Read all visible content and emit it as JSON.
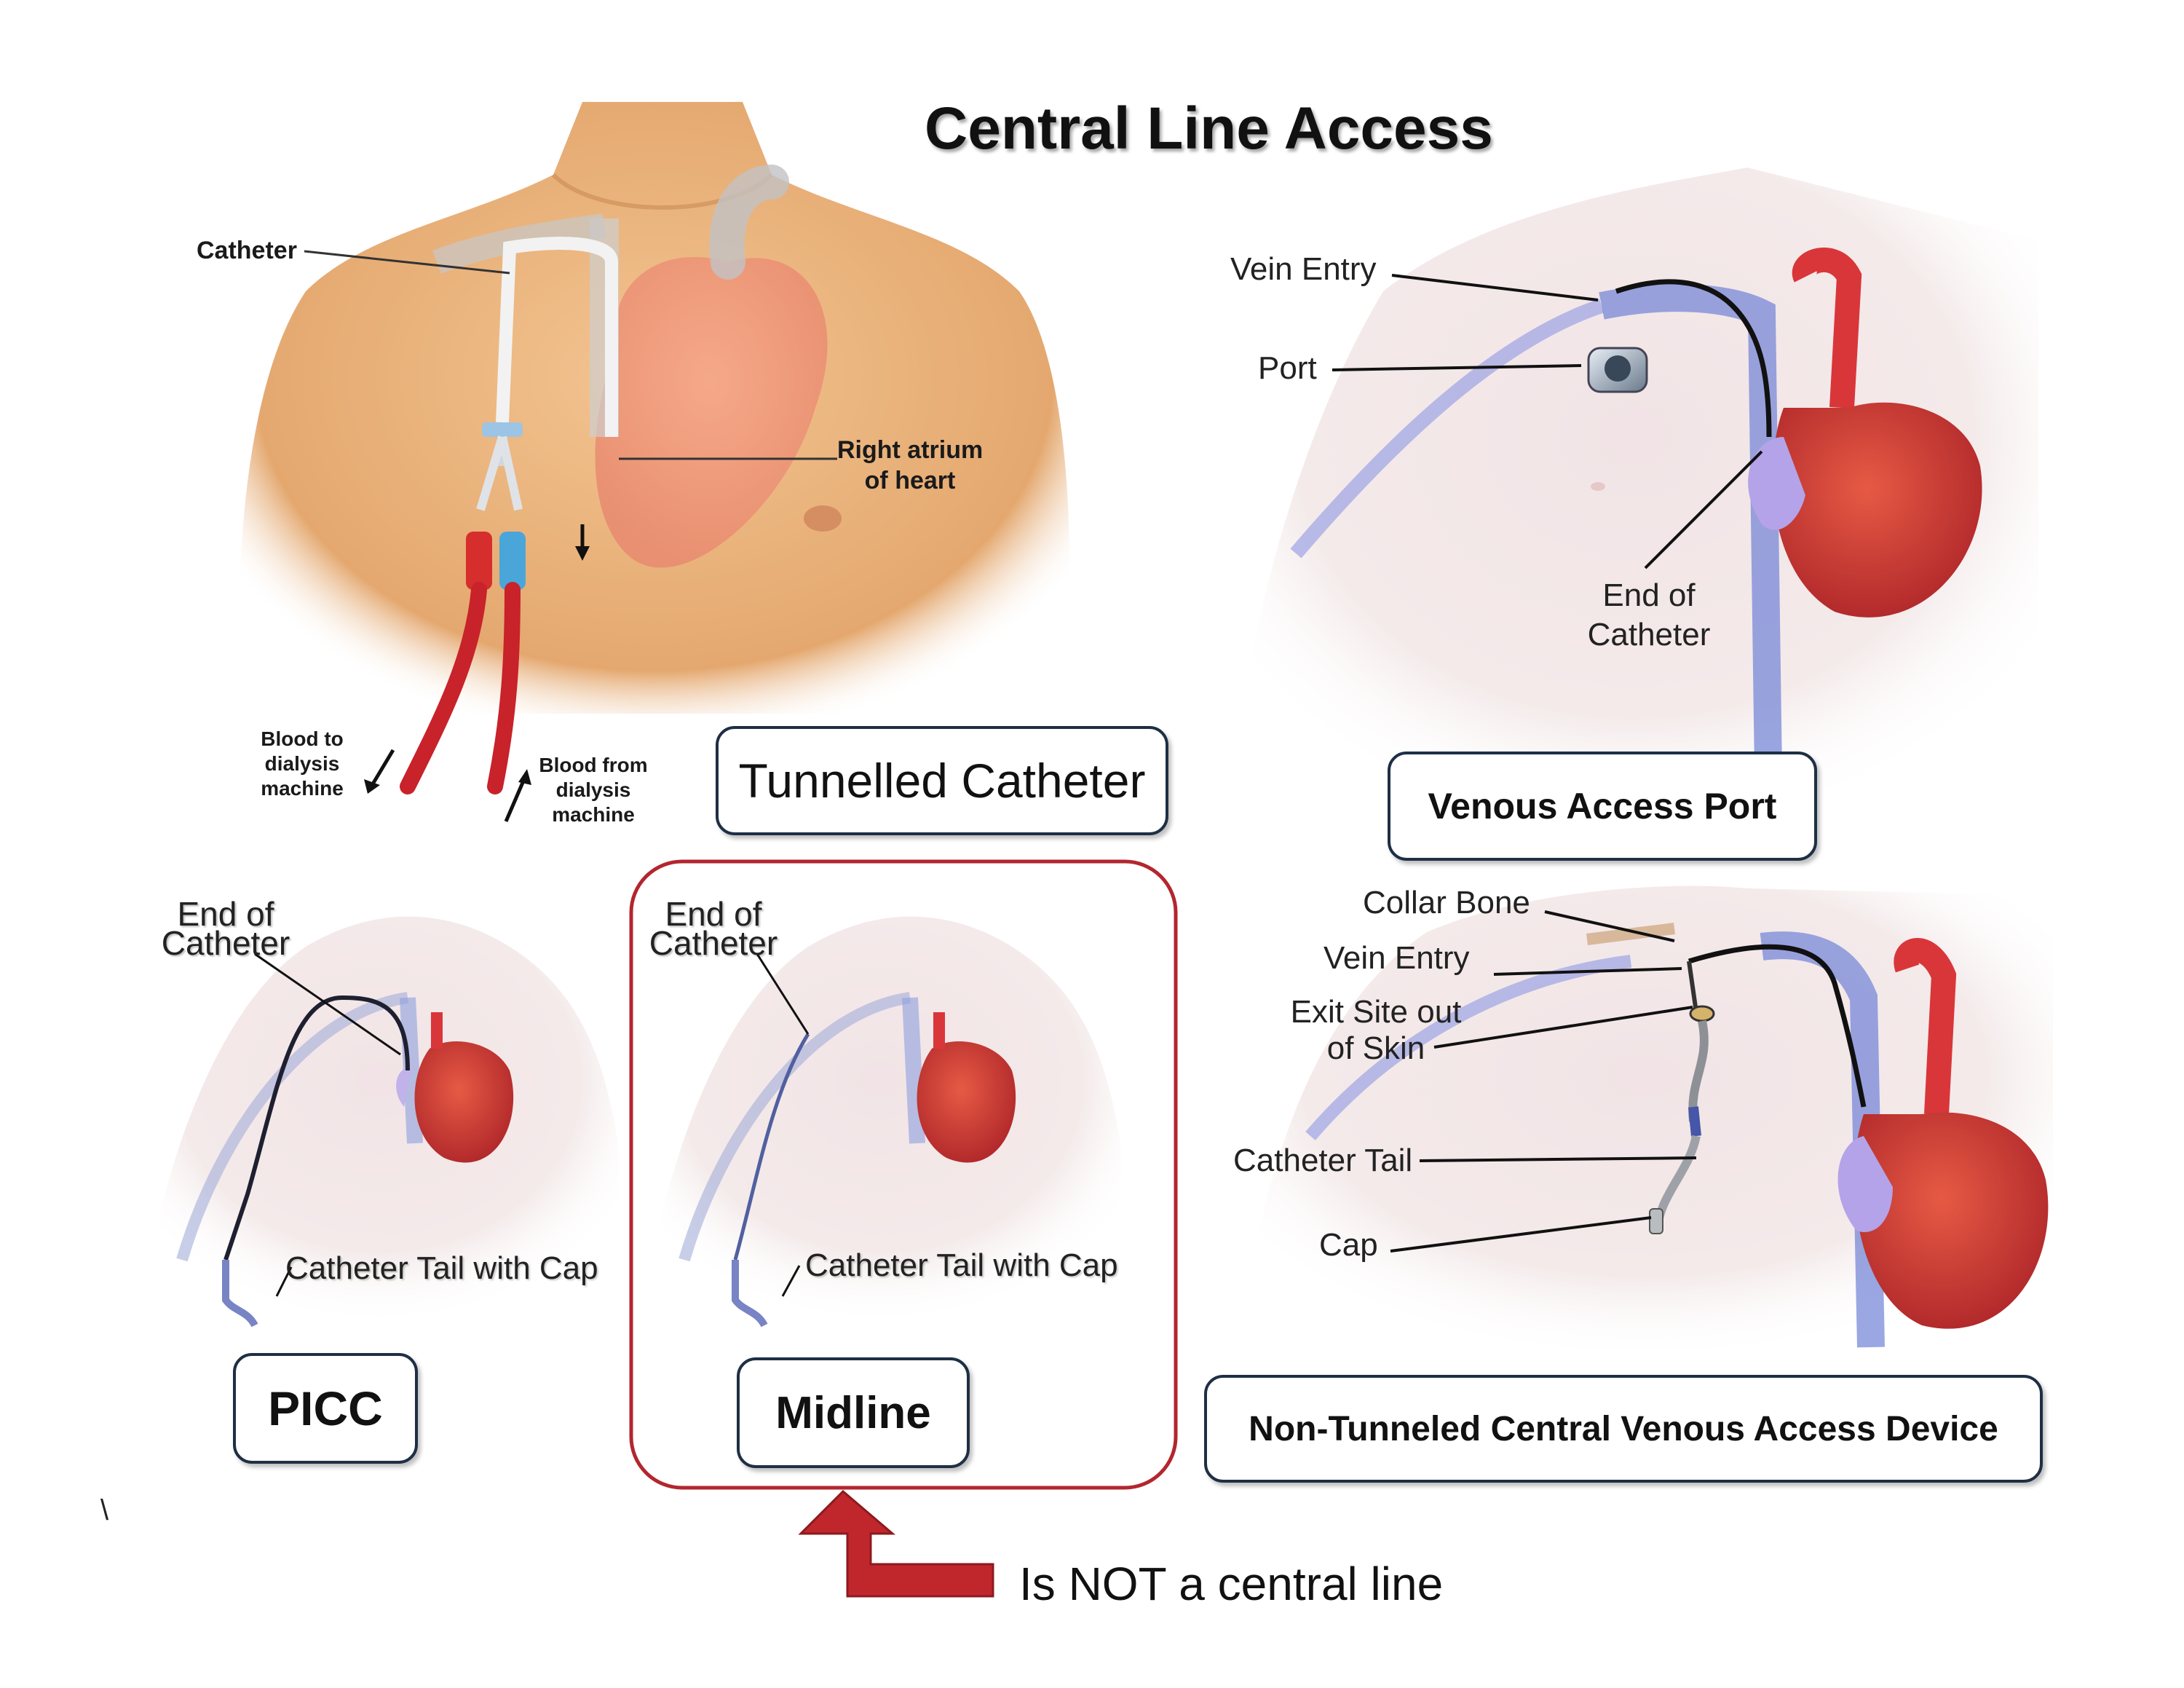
{
  "title": "Central Line Access",
  "panels": {
    "tunnelled": {
      "caption": "Tunnelled Catheter",
      "labels": {
        "catheter": "Catheter",
        "right_atrium_line1": "Right atrium",
        "right_atrium_line2": "of heart",
        "blood_to_line1": "Blood to",
        "blood_to_line2": "dialysis",
        "blood_to_line3": "machine",
        "blood_from_line1": "Blood from",
        "blood_from_line2": "dialysis",
        "blood_from_line3": "machine"
      }
    },
    "port": {
      "caption": "Venous Access Port",
      "labels": {
        "vein_entry": "Vein Entry",
        "port": "Port",
        "end_line1": "End of",
        "end_line2": "Catheter"
      }
    },
    "picc": {
      "caption": "PICC",
      "labels": {
        "end_line1": "End of",
        "end_line2": "Catheter",
        "tail": "Catheter Tail with Cap"
      }
    },
    "midline": {
      "caption": "Midline",
      "labels": {
        "end_line1": "End of",
        "end_line2": "Catheter",
        "tail": "Catheter Tail with Cap"
      }
    },
    "nontunneled": {
      "caption": "Non-Tunneled Central Venous Access Device",
      "labels": {
        "collar_bone": "Collar Bone",
        "vein_entry": "Vein Entry",
        "exit_line1": "Exit Site out",
        "exit_line2": "of Skin",
        "tail": "Catheter Tail",
        "cap": "Cap"
      }
    }
  },
  "callout": "Is NOT a central line",
  "stray_mark": "\\",
  "colors": {
    "caption_border": "#1e2f45",
    "midline_highlight": "#b3262e",
    "arrow": "#c0272d",
    "skin_tan": "#e9b47e",
    "skin_pale": "#f1e4e4",
    "heart_red": "#d9363a",
    "vein_blue": "#6f82d6"
  }
}
